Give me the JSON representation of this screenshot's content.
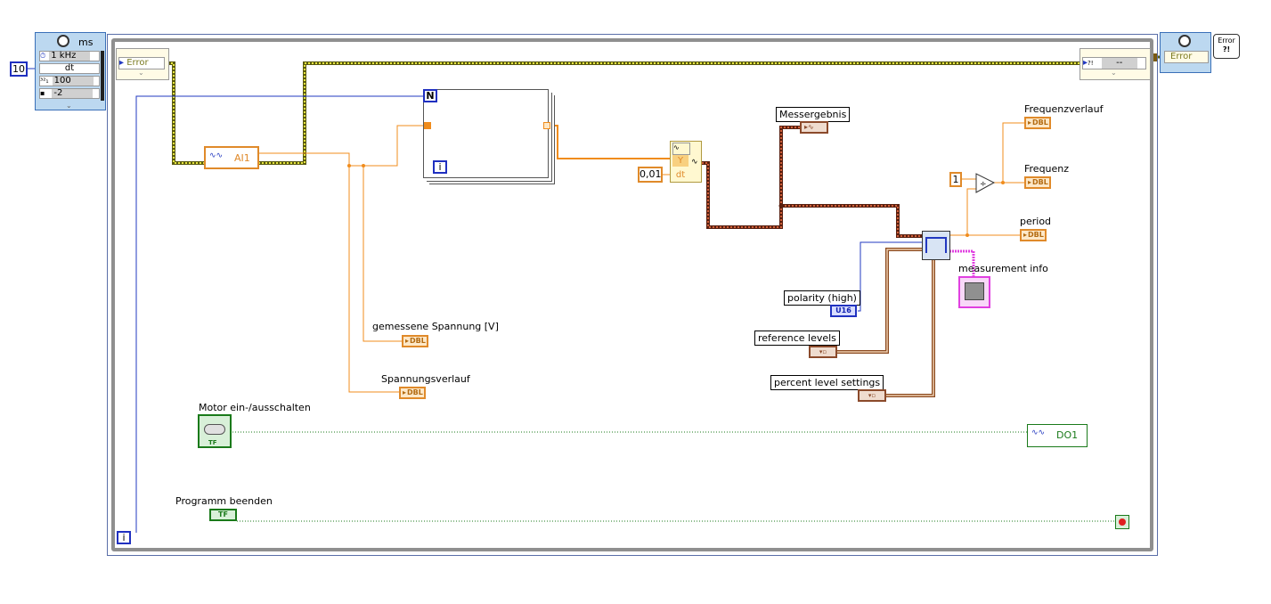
{
  "timing": {
    "unit": "ms",
    "rows": [
      "1 kHz",
      "dt",
      "100",
      "-2"
    ],
    "input_constant": "10"
  },
  "error_in": {
    "label": "Error"
  },
  "error_out": {
    "label": "Error",
    "status_text": "--"
  },
  "error_badge": "Error",
  "loop_iteration": "i",
  "for_loop": {
    "count": "N",
    "iteration": "i"
  },
  "daq_ai": {
    "label": "AI1"
  },
  "daq_do": {
    "label": "DO1"
  },
  "build_waveform": {
    "y": "Y",
    "dt": "dt",
    "dt_value": "0,01"
  },
  "divide_constant": "1",
  "indicators": {
    "messergebnis": "Messergebnis",
    "frequenzverlauf": "Frequenzverlauf",
    "frequenz": "Frequenz",
    "period": "period",
    "measurement_info": "measurement info",
    "gemessene_spannung": "gemessene Spannung [V]",
    "spannungsverlauf": "Spannungsverlauf"
  },
  "controls": {
    "polarity": "polarity (high)",
    "reference_levels": "reference levels",
    "percent_level_settings": "percent level settings",
    "motor": "Motor ein-/ausschalten",
    "programm_beenden": "Programm beenden"
  },
  "type_tags": {
    "dbl": "DBL",
    "u16": "U16",
    "tf": "TF"
  },
  "colors": {
    "orange_wire": "#f08c1c",
    "blue_wire": "#2238c0",
    "error_wire": "#a0a020",
    "waveform_wire": "#8b3a1c",
    "cluster_wire": "#9a5a30",
    "boolean_wire": "#1a7a1a",
    "pink_wire": "#e040e0",
    "loop_border": "#8f8f8f"
  }
}
